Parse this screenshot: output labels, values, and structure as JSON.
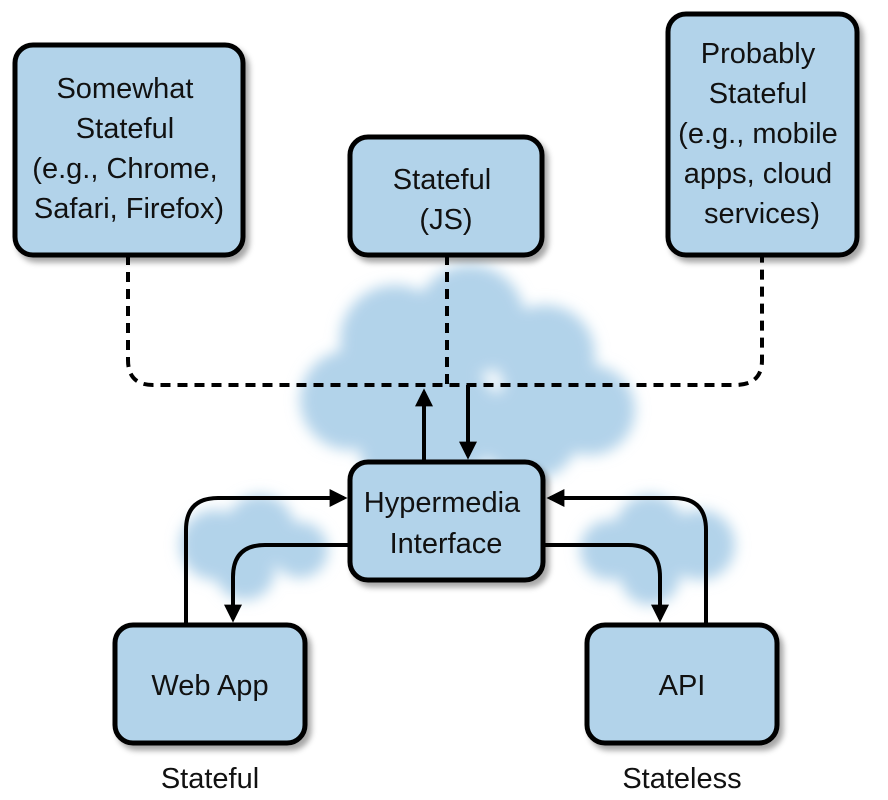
{
  "colors": {
    "box_fill": "#b2d3ea",
    "box_stroke": "#000000",
    "cloud": "#b2d3ea",
    "line": "#000000"
  },
  "nodes": {
    "somewhat_stateful": {
      "lines": [
        "Somewhat",
        "Stateful",
        "(e.g., Chrome,",
        "Safari, Firefox)"
      ]
    },
    "stateful_js": {
      "lines": [
        "Stateful",
        "(JS)"
      ]
    },
    "probably_stateful": {
      "lines": [
        "Probably",
        "Stateful",
        "(e.g., mobile",
        "apps, cloud",
        "services)"
      ]
    },
    "hypermedia_interface": {
      "lines": [
        "Hypermedia",
        "Interface"
      ]
    },
    "web_app": {
      "lines": [
        "Web App"
      ]
    },
    "api": {
      "lines": [
        "API"
      ]
    }
  },
  "captions": {
    "web_app": "Stateful",
    "api": "Stateless"
  },
  "connections": [
    {
      "from": "somewhat_stateful",
      "to": "hypermedia_interface",
      "style": "dashed"
    },
    {
      "from": "stateful_js",
      "to": "hypermedia_interface",
      "style": "dashed"
    },
    {
      "from": "probably_stateful",
      "to": "hypermedia_interface",
      "style": "dashed"
    },
    {
      "from": "hypermedia_interface",
      "to": "clients",
      "style": "solid-arrow"
    },
    {
      "from": "clients",
      "to": "hypermedia_interface",
      "style": "solid-arrow"
    },
    {
      "from": "web_app",
      "to": "hypermedia_interface",
      "style": "solid-arrow"
    },
    {
      "from": "hypermedia_interface",
      "to": "web_app",
      "style": "solid-arrow"
    },
    {
      "from": "api",
      "to": "hypermedia_interface",
      "style": "solid-arrow"
    },
    {
      "from": "hypermedia_interface",
      "to": "api",
      "style": "solid-arrow"
    }
  ]
}
